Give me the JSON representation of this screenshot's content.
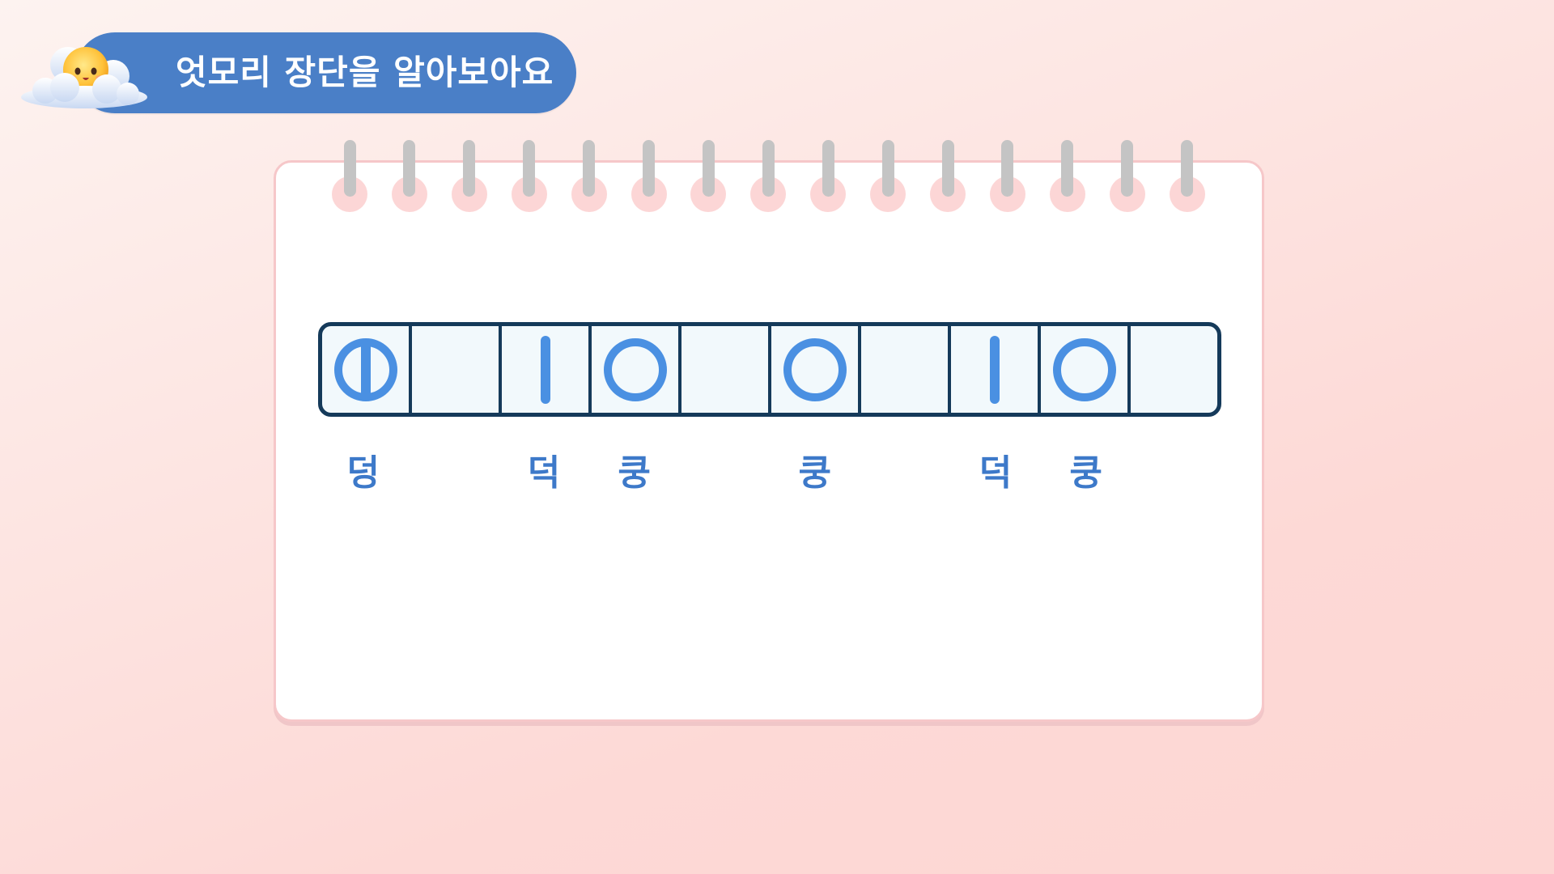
{
  "header": {
    "title": "엇모리 장단을 알아보아요",
    "mascot_icon": "sun-on-cloud-icon"
  },
  "notebook": {
    "ring_count": 15
  },
  "rhythm": {
    "beats": [
      {
        "symbol": "circle-with-bar",
        "label": "덩"
      },
      {
        "symbol": "empty",
        "label": ""
      },
      {
        "symbol": "bar",
        "label": "덕"
      },
      {
        "symbol": "circle",
        "label": "쿵"
      },
      {
        "symbol": "empty",
        "label": ""
      },
      {
        "symbol": "circle",
        "label": "쿵"
      },
      {
        "symbol": "empty",
        "label": ""
      },
      {
        "symbol": "bar",
        "label": "덕"
      },
      {
        "symbol": "circle",
        "label": "쿵"
      },
      {
        "symbol": "empty",
        "label": ""
      }
    ]
  },
  "colors": {
    "banner": "#4a7fc7",
    "symbol": "#4a90e2",
    "grid_border": "#153a5a",
    "cell_fill": "#f2f9fc",
    "label": "#3d79c9",
    "ring_hole": "#fcd6d6",
    "ring_wire": "#c4c4c4"
  }
}
